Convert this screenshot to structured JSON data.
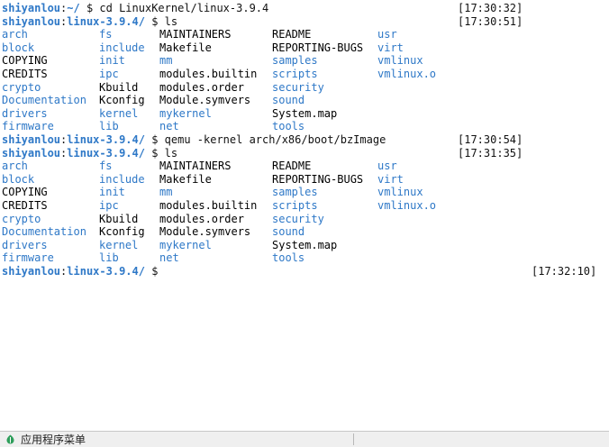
{
  "terminal": {
    "lines": [
      {
        "type": "prompt",
        "user": "shiyanlou",
        "path": "~/",
        "command": "cd LinuxKernel/linux-3.9.4",
        "time": "[17:30:32]"
      },
      {
        "type": "prompt",
        "user": "shiyanlou",
        "path": "linux-3.9.4/",
        "command": "ls",
        "time": "[17:30:51]"
      },
      {
        "type": "ls",
        "cells": [
          {
            "text": "arch",
            "kind": "dir"
          },
          {
            "text": "fs",
            "kind": "dir"
          },
          {
            "text": "MAINTAINERS",
            "kind": "file"
          },
          {
            "text": "README",
            "kind": "file"
          },
          {
            "text": "usr",
            "kind": "dir"
          }
        ]
      },
      {
        "type": "ls",
        "cells": [
          {
            "text": "block",
            "kind": "dir"
          },
          {
            "text": "include",
            "kind": "dir"
          },
          {
            "text": "Makefile",
            "kind": "file"
          },
          {
            "text": "REPORTING-BUGS",
            "kind": "file"
          },
          {
            "text": "virt",
            "kind": "dir"
          }
        ]
      },
      {
        "type": "ls",
        "cells": [
          {
            "text": "COPYING",
            "kind": "file"
          },
          {
            "text": "init",
            "kind": "dir"
          },
          {
            "text": "mm",
            "kind": "dir"
          },
          {
            "text": "samples",
            "kind": "dir"
          },
          {
            "text": "vmlinux",
            "kind": "exec"
          }
        ]
      },
      {
        "type": "ls",
        "cells": [
          {
            "text": "CREDITS",
            "kind": "file"
          },
          {
            "text": "ipc",
            "kind": "dir"
          },
          {
            "text": "modules.builtin",
            "kind": "file"
          },
          {
            "text": "scripts",
            "kind": "dir"
          },
          {
            "text": "vmlinux.o",
            "kind": "exec"
          }
        ]
      },
      {
        "type": "ls",
        "cells": [
          {
            "text": "crypto",
            "kind": "dir"
          },
          {
            "text": "Kbuild",
            "kind": "file"
          },
          {
            "text": "modules.order",
            "kind": "file"
          },
          {
            "text": "security",
            "kind": "dir"
          },
          {
            "text": "",
            "kind": "file"
          }
        ]
      },
      {
        "type": "ls",
        "cells": [
          {
            "text": "Documentation",
            "kind": "dir"
          },
          {
            "text": "Kconfig",
            "kind": "file"
          },
          {
            "text": "Module.symvers",
            "kind": "file"
          },
          {
            "text": "sound",
            "kind": "dir"
          },
          {
            "text": "",
            "kind": "file"
          }
        ]
      },
      {
        "type": "ls",
        "cells": [
          {
            "text": "drivers",
            "kind": "dir"
          },
          {
            "text": "kernel",
            "kind": "dir"
          },
          {
            "text": "mykernel",
            "kind": "dir"
          },
          {
            "text": "System.map",
            "kind": "file"
          },
          {
            "text": "",
            "kind": "file"
          }
        ]
      },
      {
        "type": "ls",
        "cells": [
          {
            "text": "firmware",
            "kind": "dir"
          },
          {
            "text": "lib",
            "kind": "dir"
          },
          {
            "text": "net",
            "kind": "dir"
          },
          {
            "text": "tools",
            "kind": "dir"
          },
          {
            "text": "",
            "kind": "file"
          }
        ]
      },
      {
        "type": "prompt",
        "user": "shiyanlou",
        "path": "linux-3.9.4/",
        "command": "qemu -kernel arch/x86/boot/bzImage",
        "time": "[17:30:54]"
      },
      {
        "type": "prompt",
        "user": "shiyanlou",
        "path": "linux-3.9.4/",
        "command": "ls",
        "time": "[17:31:35]"
      },
      {
        "type": "ls",
        "cells": [
          {
            "text": "arch",
            "kind": "dir"
          },
          {
            "text": "fs",
            "kind": "dir"
          },
          {
            "text": "MAINTAINERS",
            "kind": "file"
          },
          {
            "text": "README",
            "kind": "file"
          },
          {
            "text": "usr",
            "kind": "dir"
          }
        ]
      },
      {
        "type": "ls",
        "cells": [
          {
            "text": "block",
            "kind": "dir"
          },
          {
            "text": "include",
            "kind": "dir"
          },
          {
            "text": "Makefile",
            "kind": "file"
          },
          {
            "text": "REPORTING-BUGS",
            "kind": "file"
          },
          {
            "text": "virt",
            "kind": "dir"
          }
        ]
      },
      {
        "type": "ls",
        "cells": [
          {
            "text": "COPYING",
            "kind": "file"
          },
          {
            "text": "init",
            "kind": "dir"
          },
          {
            "text": "mm",
            "kind": "dir"
          },
          {
            "text": "samples",
            "kind": "dir"
          },
          {
            "text": "vmlinux",
            "kind": "exec"
          }
        ]
      },
      {
        "type": "ls",
        "cells": [
          {
            "text": "CREDITS",
            "kind": "file"
          },
          {
            "text": "ipc",
            "kind": "dir"
          },
          {
            "text": "modules.builtin",
            "kind": "file"
          },
          {
            "text": "scripts",
            "kind": "dir"
          },
          {
            "text": "vmlinux.o",
            "kind": "exec"
          }
        ]
      },
      {
        "type": "ls",
        "cells": [
          {
            "text": "crypto",
            "kind": "dir"
          },
          {
            "text": "Kbuild",
            "kind": "file"
          },
          {
            "text": "modules.order",
            "kind": "file"
          },
          {
            "text": "security",
            "kind": "dir"
          },
          {
            "text": "",
            "kind": "file"
          }
        ]
      },
      {
        "type": "ls",
        "cells": [
          {
            "text": "Documentation",
            "kind": "dir"
          },
          {
            "text": "Kconfig",
            "kind": "file"
          },
          {
            "text": "Module.symvers",
            "kind": "file"
          },
          {
            "text": "sound",
            "kind": "dir"
          },
          {
            "text": "",
            "kind": "file"
          }
        ]
      },
      {
        "type": "ls",
        "cells": [
          {
            "text": "drivers",
            "kind": "dir"
          },
          {
            "text": "kernel",
            "kind": "dir"
          },
          {
            "text": "mykernel",
            "kind": "dir"
          },
          {
            "text": "System.map",
            "kind": "file"
          },
          {
            "text": "",
            "kind": "file"
          }
        ]
      },
      {
        "type": "ls",
        "cells": [
          {
            "text": "firmware",
            "kind": "dir"
          },
          {
            "text": "lib",
            "kind": "dir"
          },
          {
            "text": "net",
            "kind": "dir"
          },
          {
            "text": "tools",
            "kind": "dir"
          },
          {
            "text": "",
            "kind": "file"
          }
        ]
      },
      {
        "type": "prompt",
        "user": "shiyanlou",
        "path": "linux-3.9.4/",
        "command": "",
        "time": "[17:32:10]"
      }
    ]
  },
  "taskbar": {
    "menu_label": "应用程序菜单",
    "menu_icon": "app-menu-icon"
  },
  "colors": {
    "directory": "#2e78c7",
    "prompt": "#2e78c7",
    "text": "#000000",
    "background": "#ffffff",
    "taskbar": "#efefef"
  }
}
